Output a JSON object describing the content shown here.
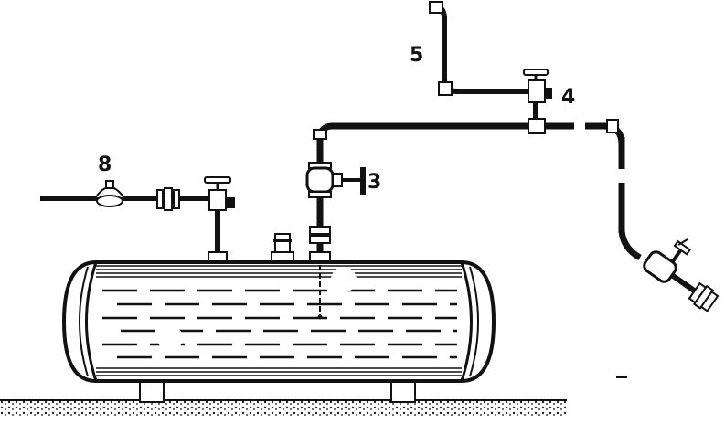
{
  "labels": {
    "l3": "3",
    "l4": "4",
    "l5": "5",
    "l8": "8"
  },
  "colors": {
    "ink": "#111111",
    "paper": "#ffffff"
  },
  "icons": [
    "valve-icon",
    "pipe-elbow-icon",
    "gauge-icon"
  ]
}
